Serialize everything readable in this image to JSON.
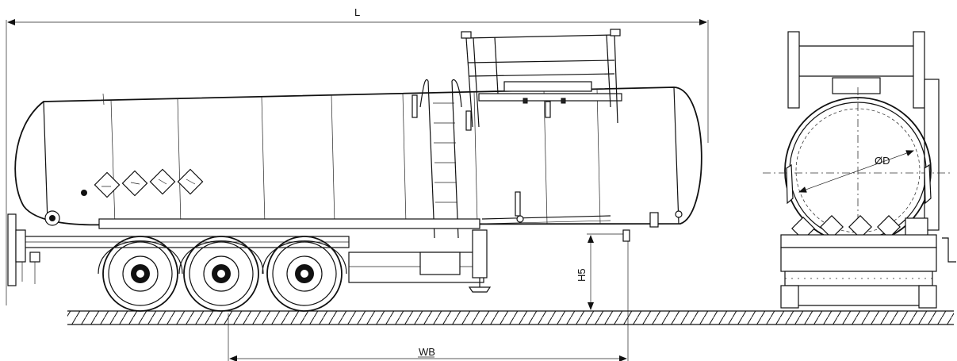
{
  "drawing": {
    "dimensions": {
      "length": "L",
      "height": "H5",
      "wheelbase": "WB",
      "diameter": "ØD"
    },
    "colors": {
      "line": "#111111",
      "background": "#ffffff"
    }
  }
}
